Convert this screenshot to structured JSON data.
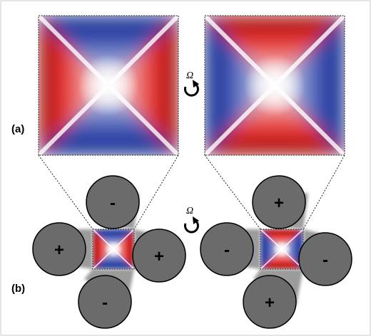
{
  "labels": {
    "panel_a": "(a)",
    "panel_b": "(b)",
    "omega_top": "Ω",
    "omega_bottom": "Ω"
  },
  "left_config": {
    "top": "-",
    "left": "+",
    "right": "+",
    "bottom": "-"
  },
  "right_config": {
    "top": "+",
    "left": "-",
    "right": "-",
    "bottom": "+"
  },
  "colors": {
    "positive": "#d81e1e",
    "negative": "#2233a3",
    "neutral": "#ffffff",
    "rod": "#6b6b6b",
    "rod_shadow": "#8a8a8a"
  }
}
